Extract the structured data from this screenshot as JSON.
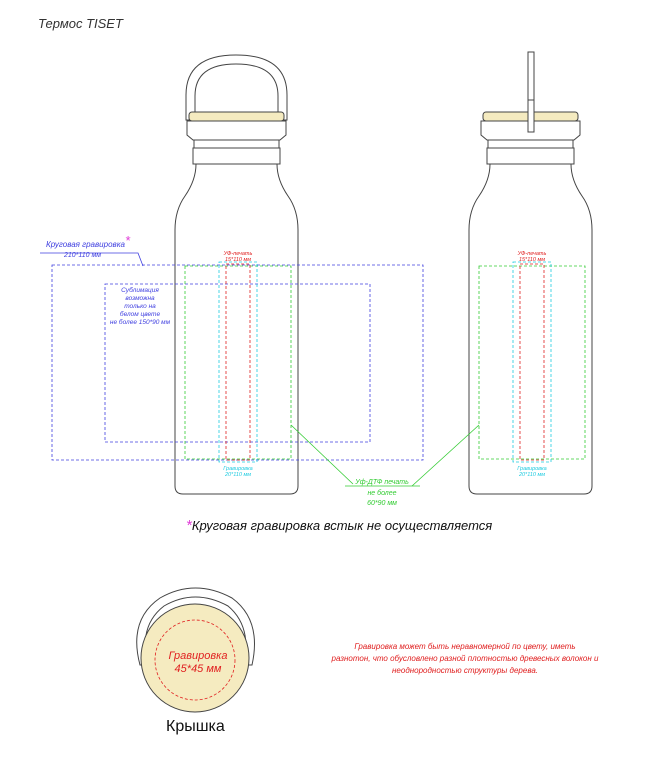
{
  "title": "Термос TISET",
  "note_star": "*",
  "note_text": "Круговая гравировка встык не осуществляется",
  "round_engraving": {
    "label": "Круговая гравировка",
    "star": "*",
    "size": "210*110 мм"
  },
  "sublimation": {
    "lines": [
      "Сублимация",
      "возможна",
      "только на",
      "белом цвете",
      "не более 150*90 мм"
    ]
  },
  "uv_print": {
    "label": "УФ-печать",
    "size": "15*110 мм"
  },
  "engraving_side": {
    "label": "Гравировка",
    "size": "20*110 мм"
  },
  "uv_dtf": {
    "lines": [
      "Уф-ДТФ печать",
      "не более",
      "60*90 мм"
    ]
  },
  "lid": {
    "engraving_label": "Гравировка",
    "engraving_size": "45*45 мм",
    "caption": "Крышка"
  },
  "wood_note": {
    "lines": [
      "Гравировка может быть неравномерной по цвету, иметь",
      "разнотон, что обусловлено разной плотностью древесных волокон и",
      "неоднородностью структуры дерева."
    ]
  },
  "colors": {
    "blue": "#4040e0",
    "red": "#e02020",
    "cyan": "#1ecbe0",
    "green": "#33cc33",
    "magenta": "#e03bd7",
    "wood": "#f5ebc0",
    "outline": "#444444"
  }
}
